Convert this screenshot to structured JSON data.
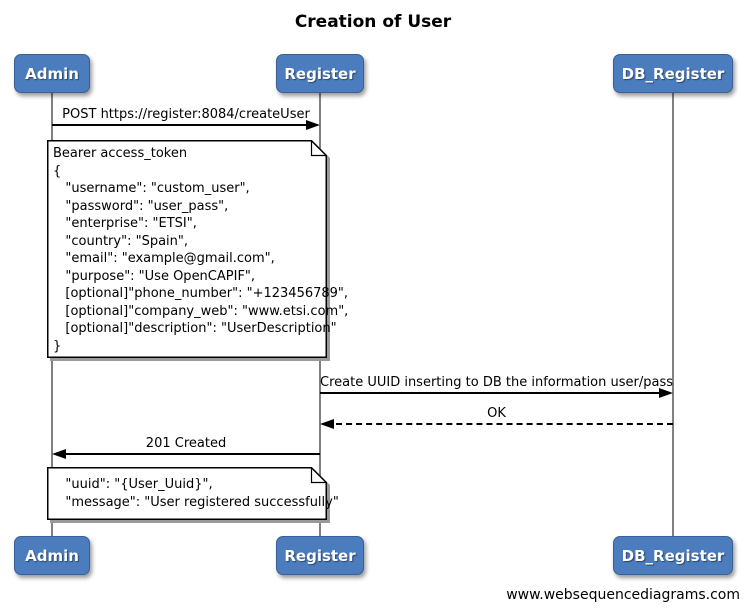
{
  "title": "Creation of User",
  "watermark": "www.websequencediagrams.com",
  "actors": [
    {
      "label": "Admin"
    },
    {
      "label": "Register"
    },
    {
      "label": "DB_Register"
    }
  ],
  "messages": [
    {
      "label": "POST https://register:8084/createUser",
      "from": "Admin",
      "to": "Register",
      "line": "solid"
    },
    {
      "label": "Create UUID inserting to DB the information user/pass",
      "from": "Register",
      "to": "DB_Register",
      "line": "solid"
    },
    {
      "label": "OK",
      "from": "DB_Register",
      "to": "Register",
      "line": "dashed"
    },
    {
      "label": "201 Created",
      "from": "Register",
      "to": "Admin",
      "line": "solid"
    }
  ],
  "notes": [
    {
      "over": [
        "Admin",
        "Register"
      ],
      "text": "Bearer access_token\n{\n   \"username\": \"custom_user\",\n   \"password\": \"user_pass\",\n   \"enterprise\": \"ETSI\",\n   \"country\": \"Spain\",\n   \"email\": \"example@gmail.com\",\n   \"purpose\": \"Use OpenCAPIF\",\n   [optional]\"phone_number\": \"+123456789\",\n   [optional]\"company_web\": \"www.etsi.com\",\n   [optional]\"description\": \"UserDescription\"\n}"
    },
    {
      "over": [
        "Admin",
        "Register"
      ],
      "text": "   \"uuid\": \"{User_Uuid}\",\n   \"message\": \"User registered successfully\""
    }
  ],
  "colors": {
    "actor_fill": "#4b7cbe",
    "actor_border": "#3a5f96",
    "actor_text": "#ffffff",
    "lifeline": "#808080",
    "arrow": "#000000",
    "note_fill": "#ffffff",
    "note_border": "#000000",
    "background": "#ffffff"
  }
}
